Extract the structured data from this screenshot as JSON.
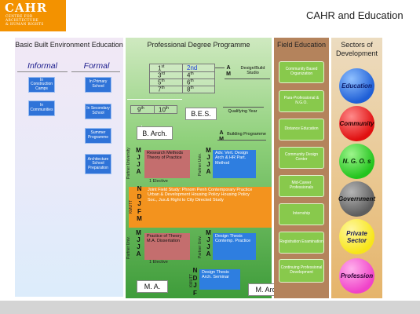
{
  "header": {
    "logo_title": "CAHR",
    "logo_subtitle_1": "CENTRE FOR",
    "logo_subtitle_2": "ARCHITECTURE",
    "logo_subtitle_3": "& HUMAN RIGHTS",
    "slide_title": "CAHR and Education"
  },
  "basic": {
    "title": "Basic Built Environment Education",
    "informal": "Informal",
    "formal": "Formal",
    "informal_items": [
      "In Construction Camps",
      "In Communities"
    ],
    "formal_items": [
      "In Primary School",
      "In Secondary School",
      "Summer Programme",
      "Architecture School Preparation"
    ]
  },
  "prof": {
    "title": "Professional Degree Programme",
    "years": {
      "y1": "1",
      "y1s": "st",
      "y2": "2nd",
      "y3": "3",
      "y3s": "rd",
      "y4": "4",
      "y4s": "th",
      "y5": "5",
      "y5s": "th",
      "y6": "6",
      "y6s": "th",
      "y7": "7",
      "y7s": "th",
      "y8": "8",
      "y8s": "th",
      "y9": "9",
      "y9s": "th",
      "y10": "10",
      "y10s": "th"
    },
    "am_top": "A\nM",
    "design_build": "Design/Build Studio",
    "bes": "B.E.S.",
    "qualifying_year": "Qualifying Year",
    "am_mid": "A\nM",
    "building_programme": "Building Programme",
    "barch": "B. Arch.",
    "mjja_1": "M\nJ\nJ\nA",
    "mjja_2": "M\nJ\nJ\nA",
    "partner_uni_1": "Partner University",
    "partner_uni_2": "Partner Univ.",
    "research_methods": "Research Methods Theory of Practice",
    "elective_1": "1 Elective",
    "adv_vert": "Adv. Vert. Design Arch & HR Part. Method",
    "kmutt_1": "KMUTT",
    "ndjfm": "N\nD\nJ\nF\nM",
    "joint_field": "Joint Field Study: Phnom Penh Contemporary Practice Urban & Development Housing Policy Housing Policy Soc., Jus.& Right to City Directed Study",
    "partner_uni_3": "Partner Univ.",
    "partner_uni_4": "Partner Univ.",
    "mjja_3": "M\nJ\nJ\nA",
    "mjja_4": "M\nJ\nJ\nA",
    "practice_theory": "Practice of Theory M.A. Dissertation",
    "elective_2": "1 Elective",
    "design_thesis_1": "Design Thesis Contemp. Practice",
    "kmutt_2": "KMUTT",
    "ndjf": "N\nD\nJ\nF",
    "design_thesis_2": "Design Thesis Arch. Seminar",
    "ma": "M. A.",
    "march": "M. Arch."
  },
  "field": {
    "title": "Field Education",
    "items": [
      "Community Based Organization",
      "Para-Professional & N.G.O.",
      "Distance Education",
      "Community Design Center",
      "Mid-Career Professionals",
      "Internship",
      "Registration Examination",
      "Continuing Professional Development"
    ]
  },
  "sectors": {
    "title": "Sectors of Development",
    "items": [
      "Education",
      "Community",
      "N. G. O. s",
      "Government",
      "Private Sector",
      "Profession"
    ]
  },
  "colors": {
    "logo": "#f39200",
    "basic_box": "#2f73d8",
    "field_box": "#88c94c",
    "field_col": "#b4835c",
    "orange_band": "#f3931e"
  }
}
